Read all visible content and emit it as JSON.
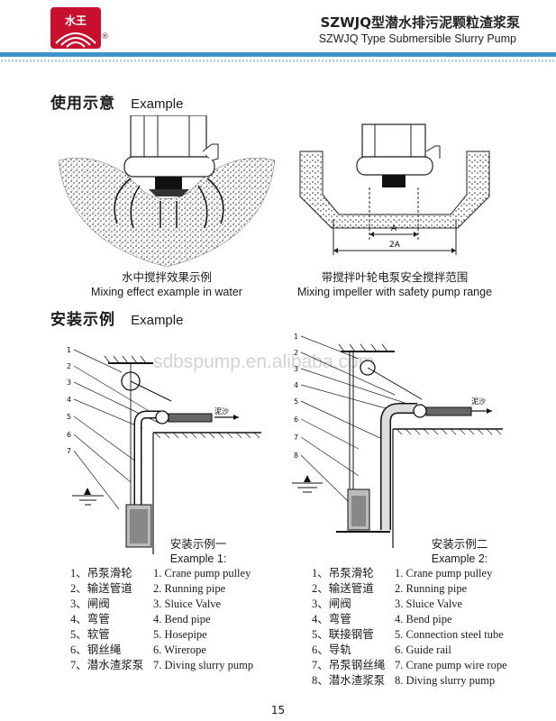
{
  "header": {
    "logo_text": "水王",
    "logo_mark": "®",
    "title_cn": "SZWJQ型潜水排污泥颗粒渣浆泵",
    "title_en": "SZWJQ Type Submersible Slurry Pump"
  },
  "section1": {
    "title_cn": "使用示意",
    "title_en": "Example",
    "left_caption_cn": "水中搅拌效果示例",
    "left_caption_en": "Mixing effect example in water",
    "right_caption_cn": "带搅拌叶轮电泵安全搅拌范围",
    "right_caption_en": "Mixing impeller with safety pump range",
    "dim_a": "A",
    "dim_2a": "2A"
  },
  "section2": {
    "title_cn": "安装示例",
    "title_en": "Example"
  },
  "watermark": "sdbspump.en.alibaba.com",
  "example1": {
    "title_cn": "安装示例一",
    "title_en": "Example 1:",
    "flow_label": "泥沙",
    "numbers": [
      "1",
      "2",
      "3",
      "4",
      "5",
      "6",
      "7"
    ],
    "items": [
      {
        "cn": "1、吊泵滑轮",
        "en": "1. Crane pump pulley"
      },
      {
        "cn": "2、输送管道",
        "en": "2. Running pipe"
      },
      {
        "cn": "3、闸阀",
        "en": "3. Sluice Valve"
      },
      {
        "cn": "4、弯管",
        "en": "4. Bend pipe"
      },
      {
        "cn": "5、软管",
        "en": "5. Hosepipe"
      },
      {
        "cn": "6、钢丝绳",
        "en": "6. Wirerope"
      },
      {
        "cn": "7、潜水渣浆泵",
        "en": "7. Diving slurry pump"
      }
    ]
  },
  "example2": {
    "title_cn": "安装示例二",
    "title_en": "Example 2:",
    "flow_label": "泥沙",
    "numbers": [
      "1",
      "2",
      "3",
      "4",
      "5",
      "6",
      "7",
      "8"
    ],
    "items": [
      {
        "cn": "1、吊泵滑轮",
        "en": "1. Crane pump pulley"
      },
      {
        "cn": "2、输送管道",
        "en": "2. Running pipe"
      },
      {
        "cn": "3、闸阀",
        "en": "3. Sluice Valve"
      },
      {
        "cn": "4、弯管",
        "en": "4. Bend pipe"
      },
      {
        "cn": "5、联接钢管",
        "en": "5. Connection steel tube"
      },
      {
        "cn": "6、导轨",
        "en": "6. Guide rail"
      },
      {
        "cn": "7、吊泵钢丝绳",
        "en": "7. Crane pump wire rope"
      },
      {
        "cn": "8、潜水渣浆泵",
        "en": "8. Diving slurry pump"
      }
    ]
  },
  "page_number": "15"
}
